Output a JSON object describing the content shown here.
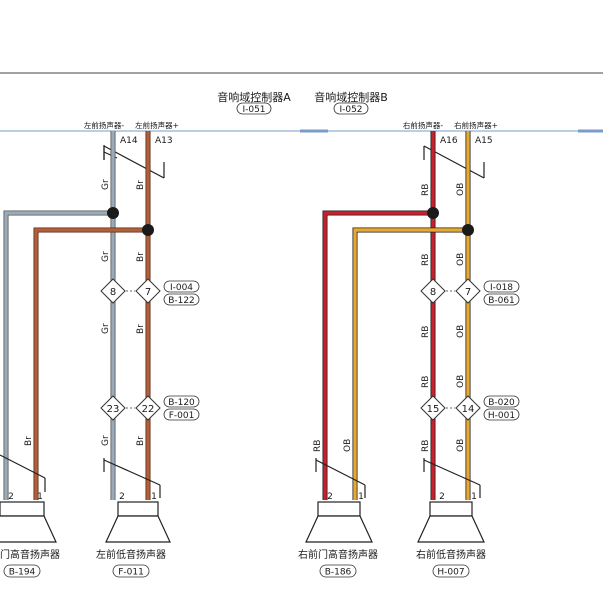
{
  "modules": {
    "a": {
      "name": "音响域控制器A",
      "code": "I-051"
    },
    "b": {
      "name": "音响域控制器B",
      "code": "I-052"
    }
  },
  "pin_labels": {
    "lf_minus": "左前扬声器-",
    "lf_plus": "左前扬声器+",
    "rf_minus": "右前扬声器-",
    "rf_plus": "右前扬声器+"
  },
  "pins": {
    "a14": "A14",
    "a13": "A13",
    "a16": "A16",
    "a15": "A15"
  },
  "wires": {
    "gr": "Gr",
    "br": "Br",
    "rb": "RB",
    "ob": "OB"
  },
  "connectors": {
    "c1": {
      "pin_left": "8",
      "pin_right": "7",
      "code_top": "I-004",
      "code_bottom": "B-122"
    },
    "c2": {
      "pin_left": "23",
      "pin_right": "22",
      "code_top": "B-120",
      "code_bottom": "F-001"
    },
    "c3": {
      "pin_left": "8",
      "pin_right": "7",
      "code_top": "I-018",
      "code_bottom": "B-061"
    },
    "c4": {
      "pin_left": "15",
      "pin_right": "14",
      "code_top": "B-020",
      "code_bottom": "H-001"
    }
  },
  "speakers": {
    "lf_tweeter": {
      "name": "门高音扬声器",
      "code": "B-194",
      "pin1": "1",
      "pin2": "2"
    },
    "lf_woofer": {
      "name": "左前低音扬声器",
      "code": "F-011",
      "pin1": "1",
      "pin2": "2"
    },
    "rf_tweeter": {
      "name": "右前门高音扬声器",
      "code": "B-186",
      "pin1": "1",
      "pin2": "2"
    },
    "rf_woofer": {
      "name": "右前低音扬声器",
      "code": "H-007",
      "pin1": "1",
      "pin2": "2"
    }
  },
  "colors": {
    "gray_wire": "#8a9aa8",
    "brown_wire": "#a0522d",
    "red_wire": "#c0202a",
    "orange_wire": "#e0a030"
  }
}
